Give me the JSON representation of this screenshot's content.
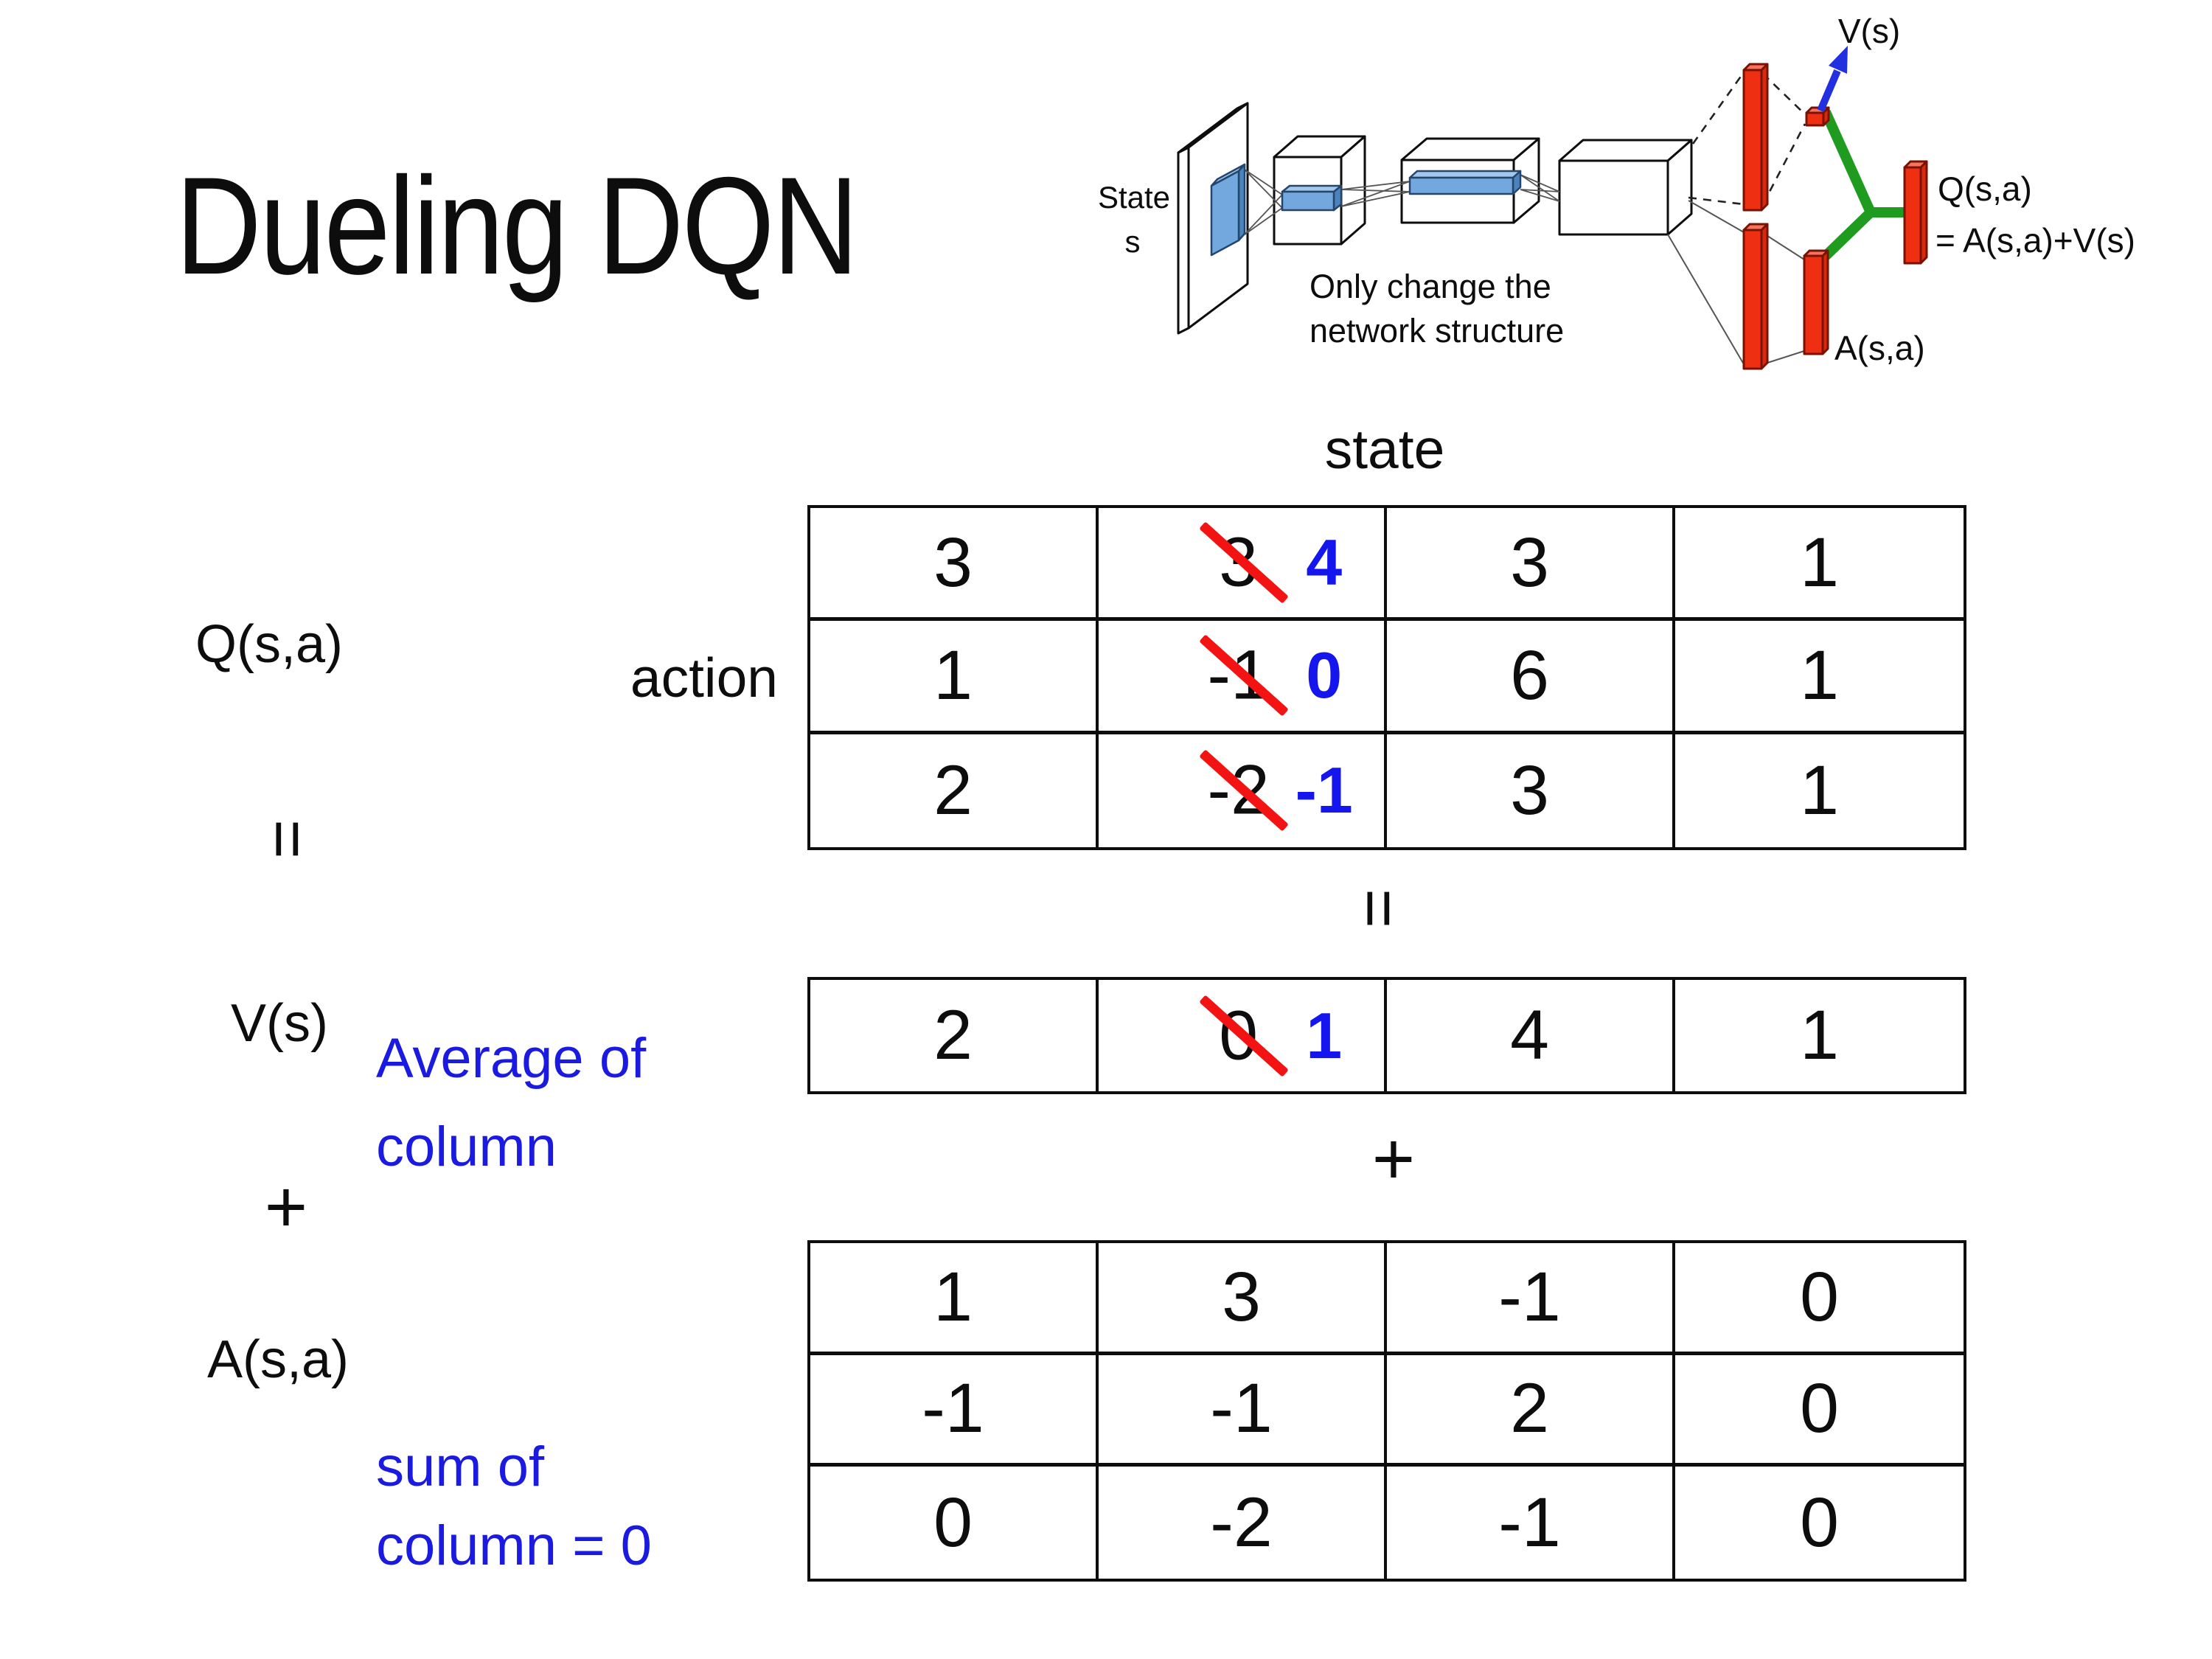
{
  "title": "Dueling DQN",
  "colors": {
    "ink": "#0d0d0d",
    "blue": "#1515ee",
    "blue_note": "#1a1ae0",
    "red": "#f41313",
    "red_bar": "#ee2f12",
    "red_bar_top": "#f4745c",
    "red_bar_side": "#d8290c",
    "red_bar_edge": "#7a1204",
    "green": "#1f9c20",
    "slab": "#72a8dd",
    "slab_top": "#a3c8ec",
    "slab_side": "#4c83bd",
    "slab_edge": "#24466d",
    "arrow": "#2230e0"
  },
  "diagram": {
    "state_line1": "State",
    "state_line2": "s",
    "note_line1": "Only change the",
    "note_line2": "network structure",
    "v_label": "V(s)",
    "a_label": "A(s,a)",
    "q_label_line1": "Q(s,a)",
    "q_label_line2": "= A(s,a)+V(s)"
  },
  "equation": {
    "q_label": "Q(s,a)",
    "equals_left": "=",
    "v_label": "V(s)",
    "plus_left": "+",
    "a_label": "A(s,a)",
    "avg_note_line1": "Average of",
    "avg_note_line2": "column",
    "sum_note_line1": "sum of",
    "sum_note_line2": "column = 0",
    "state_header": "state",
    "action_header": "action",
    "equals_mid": "=",
    "plus_mid": "+"
  },
  "tables": {
    "q_table": {
      "rows": [
        [
          {
            "v": "3"
          },
          {
            "old": "3",
            "new": "4"
          },
          {
            "v": "3"
          },
          {
            "v": "1"
          }
        ],
        [
          {
            "v": "1"
          },
          {
            "old": "-1",
            "new": "0"
          },
          {
            "v": "6"
          },
          {
            "v": "1"
          }
        ],
        [
          {
            "v": "2"
          },
          {
            "old": "-2",
            "new": "-1"
          },
          {
            "v": "3"
          },
          {
            "v": "1"
          }
        ]
      ]
    },
    "v_table": {
      "rows": [
        [
          {
            "v": "2"
          },
          {
            "old": "0",
            "new": "1"
          },
          {
            "v": "4"
          },
          {
            "v": "1"
          }
        ]
      ]
    },
    "a_table": {
      "rows": [
        [
          {
            "v": "1"
          },
          {
            "v": "3"
          },
          {
            "v": "-1"
          },
          {
            "v": "0"
          }
        ],
        [
          {
            "v": "-1"
          },
          {
            "v": "-1"
          },
          {
            "v": "2"
          },
          {
            "v": "0"
          }
        ],
        [
          {
            "v": "0"
          },
          {
            "v": "-2"
          },
          {
            "v": "-1"
          },
          {
            "v": "0"
          }
        ]
      ]
    }
  }
}
